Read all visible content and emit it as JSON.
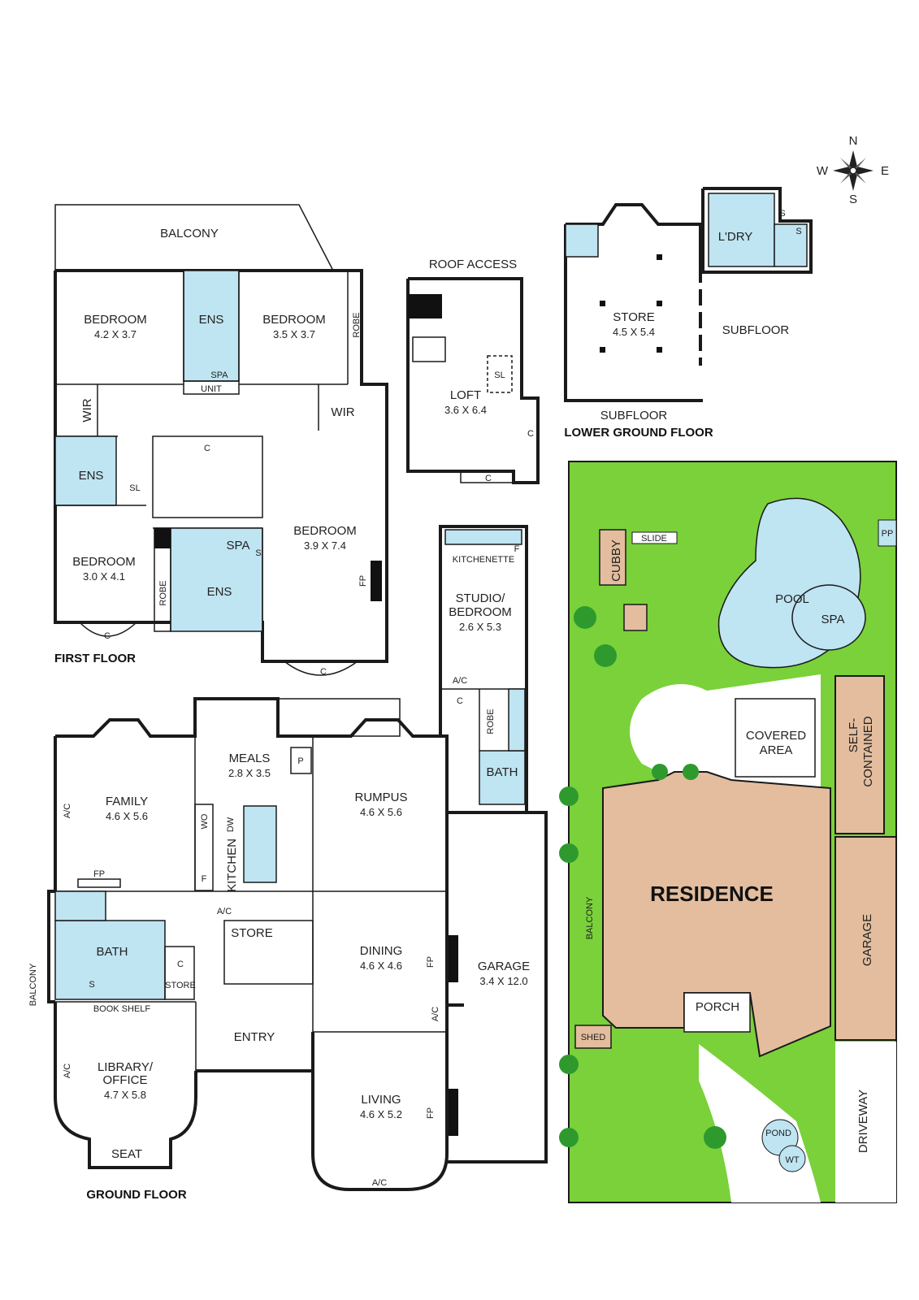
{
  "compass": {
    "n": "N",
    "s": "S",
    "e": "E",
    "w": "W"
  },
  "first_floor": {
    "title": "FIRST FLOOR",
    "balcony": "BALCONY",
    "bed1": {
      "name": "BEDROOM",
      "dims": "4.2 X 3.7"
    },
    "bed2": {
      "name": "BEDROOM",
      "dims": "3.5 X 3.7"
    },
    "ens1": "ENS",
    "spa1": "SPA",
    "unit": "UNIT",
    "robe1": "ROBE",
    "wir1": "WIR",
    "wir2": "WIR",
    "ens2": "ENS",
    "sl1": "SL",
    "c1": "C",
    "bed3": {
      "name": "BEDROOM",
      "dims": "3.0 X 4.1"
    },
    "robe2": "ROBE",
    "spa2": "SPA",
    "s1": "S",
    "ens3": "ENS",
    "bed4": {
      "name": "BEDROOM",
      "dims": "3.9 X 7.4"
    },
    "fp1": "FP",
    "c_bay1": "C",
    "c_bay2": "C"
  },
  "loft": {
    "roof_access": "ROOF ACCESS",
    "name": "LOFT",
    "dims": "3.6 X 6.4",
    "sl": "SL",
    "c1": "C",
    "c2": "C"
  },
  "lower_ground": {
    "title": "LOWER GROUND FLOOR",
    "store": {
      "name": "STORE",
      "dims": "4.5 X 5.4"
    },
    "subfloor1": "SUBFLOOR",
    "subfloor2": "SUBFLOOR",
    "laundry": "L'DRY",
    "s1": "S",
    "s2": "S"
  },
  "studio": {
    "kitchenette": "KITCHENETTE",
    "f": "F",
    "name1": "STUDIO/",
    "name2": "BEDROOM",
    "dims": "2.6 X 5.3",
    "ac": "A/C",
    "c": "C",
    "robe": "ROBE",
    "bath": "BATH"
  },
  "ground_floor": {
    "title": "GROUND FLOOR",
    "meals": {
      "name": "MEALS",
      "dims": "2.8 X 3.5"
    },
    "p": "P",
    "family": {
      "name": "FAMILY",
      "dims": "4.6 X 5.6"
    },
    "ac1": "A/C",
    "wo": "WO",
    "dw": "DW",
    "f": "F",
    "kitchen": "KITCHEN",
    "fp1": "FP",
    "rumpus": {
      "name": "RUMPUS",
      "dims": "4.6 X 5.6"
    },
    "bath": "BATH",
    "s": "S",
    "c": "C",
    "store_small": "STORE",
    "store": "STORE",
    "ac2": "A/C",
    "balcony": "BALCONY",
    "book_shelf": "BOOK SHELF",
    "library1": "LIBRARY/",
    "library2": "OFFICE",
    "library_dims": "4.7 X 5.8",
    "ac3": "A/C",
    "seat": "SEAT",
    "entry": "ENTRY",
    "dining": {
      "name": "DINING",
      "dims": "4.6 X 4.6"
    },
    "fp2": "FP",
    "ac4": "A/C",
    "living": {
      "name": "LIVING",
      "dims": "4.6 X 5.2"
    },
    "fp3": "FP",
    "ac5": "A/C",
    "garage": {
      "name": "GARAGE",
      "dims": "3.4 X 12.0"
    }
  },
  "site": {
    "cubby": "CUBBY",
    "slide": "SLIDE",
    "pool": "POOL",
    "spa": "SPA",
    "pp": "PP",
    "self_contained1": "SELF-",
    "self_contained2": "CONTAINED",
    "covered1": "COVERED",
    "covered2": "AREA",
    "residence": "RESIDENCE",
    "balcony": "BALCONY",
    "garage": "GARAGE",
    "porch": "PORCH",
    "shed": "SHED",
    "pond": "POND",
    "wt": "WT",
    "driveway": "DRIVEWAY",
    "colors": {
      "lawn": "#7ad13a",
      "building": "#e3bd9e",
      "water": "#bfe4f2",
      "tree": "#2e9a2e"
    }
  }
}
